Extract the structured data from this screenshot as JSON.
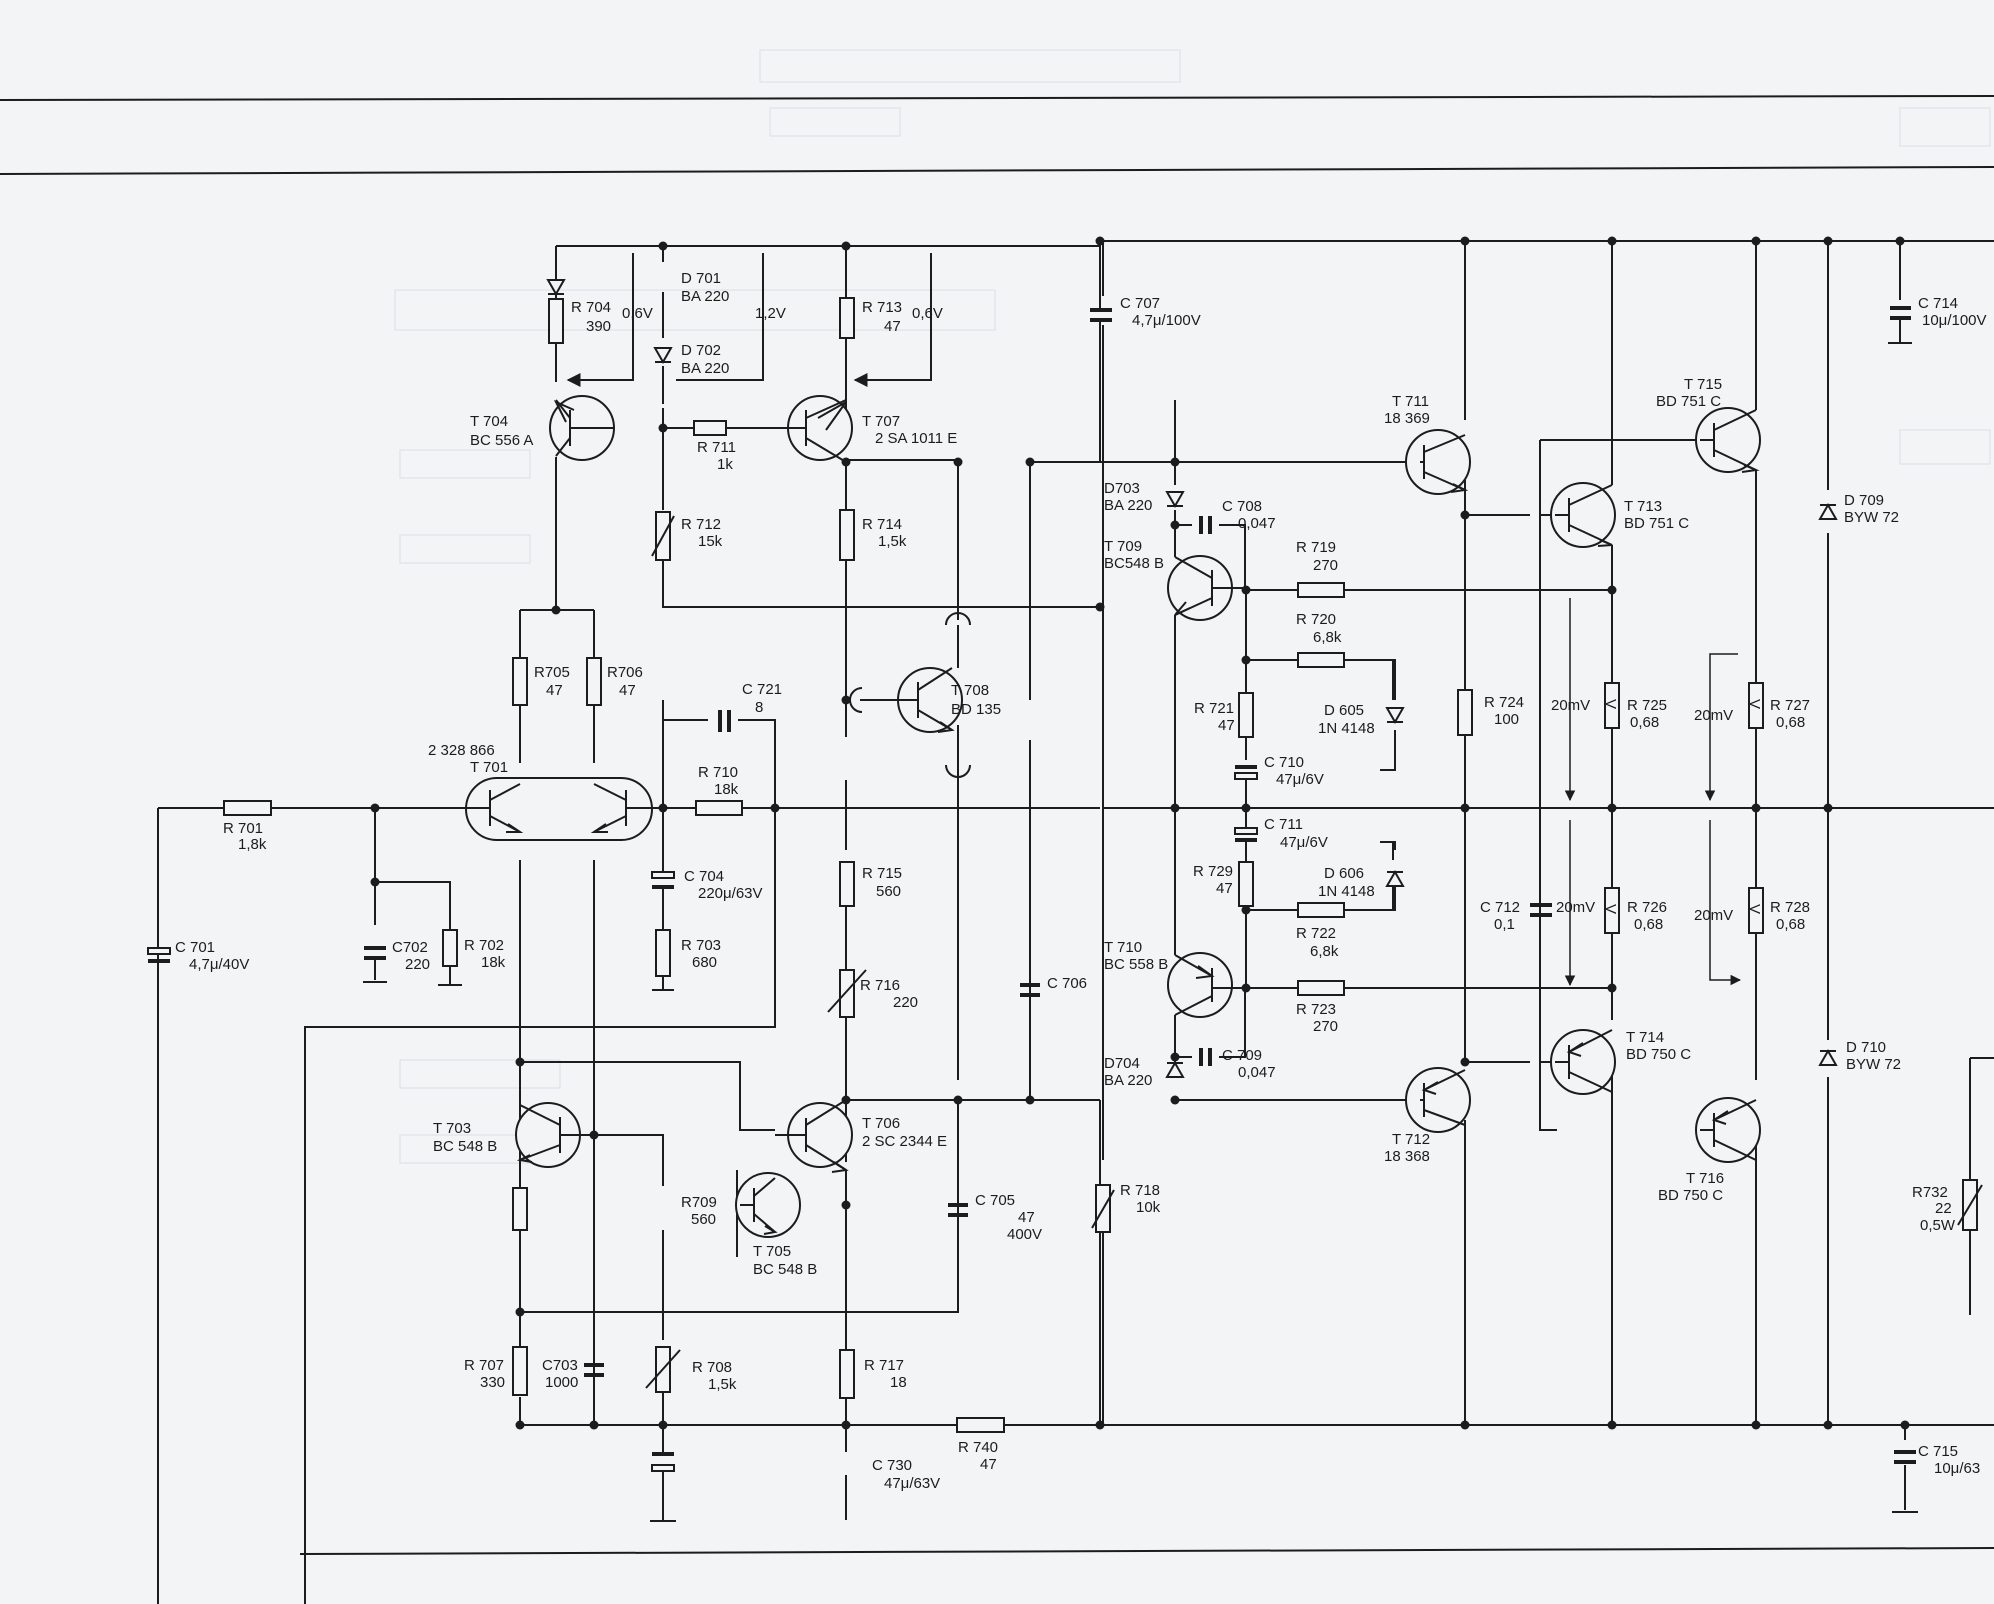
{
  "title": "",
  "colors": {
    "paper": "#f3f4f6",
    "ink": "#1c1c1c",
    "bleed": "#dfe3ea"
  },
  "components": {
    "R701": {
      "ref": "R 701",
      "value": "1,8k"
    },
    "R702": {
      "ref": "R 702",
      "value": "18k"
    },
    "R703": {
      "ref": "R 703",
      "value": "680"
    },
    "R704": {
      "ref": "R 704",
      "value": "390"
    },
    "R705": {
      "ref": "R705",
      "value": "47"
    },
    "R706": {
      "ref": "R706",
      "value": "47"
    },
    "R707": {
      "ref": "R 707",
      "value": "330"
    },
    "R708": {
      "ref": "R 708",
      "value": "1,5k"
    },
    "R709": {
      "ref": "R709",
      "value": "560"
    },
    "R710": {
      "ref": "R 710",
      "value": "18k"
    },
    "R711": {
      "ref": "R 711",
      "value": "1k"
    },
    "R712": {
      "ref": "R 712",
      "value": "15k"
    },
    "R713": {
      "ref": "R 713",
      "value": "47"
    },
    "R714": {
      "ref": "R 714",
      "value": "1,5k"
    },
    "R715": {
      "ref": "R 715",
      "value": "560"
    },
    "R716": {
      "ref": "R 716",
      "value": "220"
    },
    "R717": {
      "ref": "R 717",
      "value": "18"
    },
    "R718": {
      "ref": "R 718",
      "value": "10k"
    },
    "R719": {
      "ref": "R 719",
      "value": "270"
    },
    "R720": {
      "ref": "R 720",
      "value": "6,8k"
    },
    "R721": {
      "ref": "R 721",
      "value": "47"
    },
    "R722": {
      "ref": "R 722",
      "value": "6,8k"
    },
    "R723": {
      "ref": "R 723",
      "value": "270"
    },
    "R724": {
      "ref": "R 724",
      "value": "100"
    },
    "R725": {
      "ref": "R 725",
      "value": "0,68"
    },
    "R726": {
      "ref": "R 726",
      "value": "0,68"
    },
    "R727": {
      "ref": "R 727",
      "value": "0,68"
    },
    "R728": {
      "ref": "R 728",
      "value": "0,68"
    },
    "R729": {
      "ref": "R 729",
      "value": "47"
    },
    "R732": {
      "ref": "R732",
      "value": "22",
      "value2": "0,5W"
    },
    "R740": {
      "ref": "R 740",
      "value": "47"
    },
    "C701": {
      "ref": "C 701",
      "value": "4,7μ/40V"
    },
    "C702": {
      "ref": "C702",
      "value": "220"
    },
    "C703": {
      "ref": "C703",
      "value": "1000"
    },
    "C704": {
      "ref": "C 704",
      "value": "220μ/63V"
    },
    "C705": {
      "ref": "C 705",
      "value": "47",
      "value2": "400V"
    },
    "C706": {
      "ref": "C 706",
      "value": ""
    },
    "C707": {
      "ref": "C 707",
      "value": "4,7μ/100V"
    },
    "C708": {
      "ref": "C 708",
      "value": "0,047"
    },
    "C709": {
      "ref": "C 709",
      "value": "0,047"
    },
    "C710": {
      "ref": "C 710",
      "value": "47μ/6V"
    },
    "C711": {
      "ref": "C 711",
      "value": "47μ/6V"
    },
    "C712": {
      "ref": "C 712",
      "value": "0,1"
    },
    "C714": {
      "ref": "C 714",
      "value": "10μ/100V"
    },
    "C715": {
      "ref": "C 715",
      "value": "10μ/63"
    },
    "C721": {
      "ref": "C 721",
      "value": "8"
    },
    "C730": {
      "ref": "C 730",
      "value": "47μ/63V"
    },
    "D605": {
      "ref": "D 605",
      "value": "1N 4148"
    },
    "D606": {
      "ref": "D 606",
      "value": "1N 4148"
    },
    "D701": {
      "ref": "D 701",
      "value": "BA 220"
    },
    "D702": {
      "ref": "D 702",
      "value": "BA 220"
    },
    "D703": {
      "ref": "D703",
      "value": "BA 220"
    },
    "D704": {
      "ref": "D704",
      "value": "BA 220"
    },
    "D709": {
      "ref": "D 709",
      "value": "BYW 72"
    },
    "D710": {
      "ref": "D 710",
      "value": "BYW 72"
    },
    "T701": {
      "ref": "T 701",
      "value": "2 328 866"
    },
    "T703": {
      "ref": "T 703",
      "value": "BC 548 B"
    },
    "T704": {
      "ref": "T 704",
      "value": "BC 556 A"
    },
    "T705": {
      "ref": "T 705",
      "value": "BC 548 B"
    },
    "T706": {
      "ref": "T 706",
      "value": "2 SC 2344 E"
    },
    "T707": {
      "ref": "T 707",
      "value": "2 SA 1011 E"
    },
    "T708": {
      "ref": "T 708",
      "value": "BD 135"
    },
    "T709": {
      "ref": "T 709",
      "value": "BC548 B"
    },
    "T710": {
      "ref": "T 710",
      "value": "BC 558 B"
    },
    "T711": {
      "ref": "T 711",
      "value": "18 369"
    },
    "T712": {
      "ref": "T 712",
      "value": "18 368"
    },
    "T713": {
      "ref": "T 713",
      "value": "BD 751 C"
    },
    "T714": {
      "ref": "T 714",
      "value": "BD 750 C"
    },
    "T715": {
      "ref": "T 715",
      "value": "BD 751 C"
    },
    "T716": {
      "ref": "T 716",
      "value": "BD 750 C"
    }
  },
  "voltages": {
    "v_r704": "0,6V",
    "v_diodes": "1,2V",
    "v_r713": "0,6V",
    "mv_r725": "20mV",
    "mv_r726": "20mV",
    "mv_r727": "20mV",
    "mv_r728": "20mV"
  },
  "meter_symbol": "V"
}
